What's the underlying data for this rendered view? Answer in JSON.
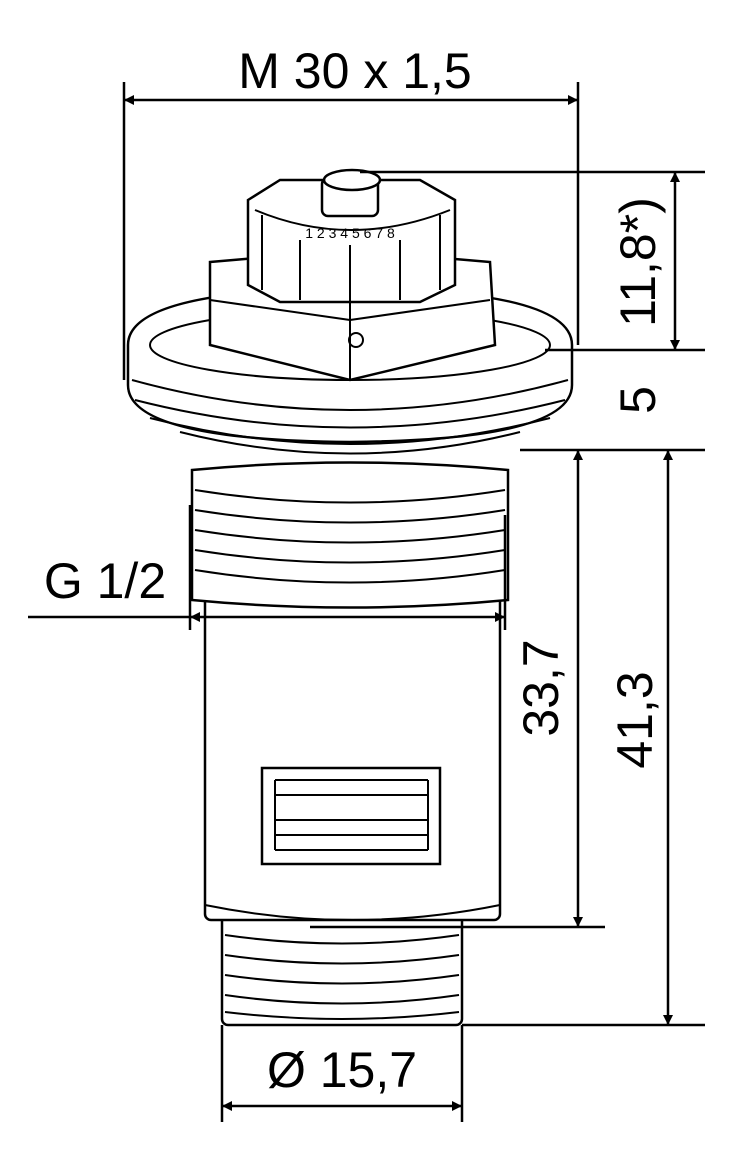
{
  "drawing": {
    "dimensions": {
      "top_width": "M 30 x 1,5",
      "pin_height": "11,8*)",
      "nut_height": "5",
      "thread_label": "G 1/2",
      "body_length": "33,7",
      "total_length": "41,3",
      "bottom_diameter": "Ø 15,7"
    },
    "cap_marking": "1 2 3 4 5 6 7 8"
  }
}
